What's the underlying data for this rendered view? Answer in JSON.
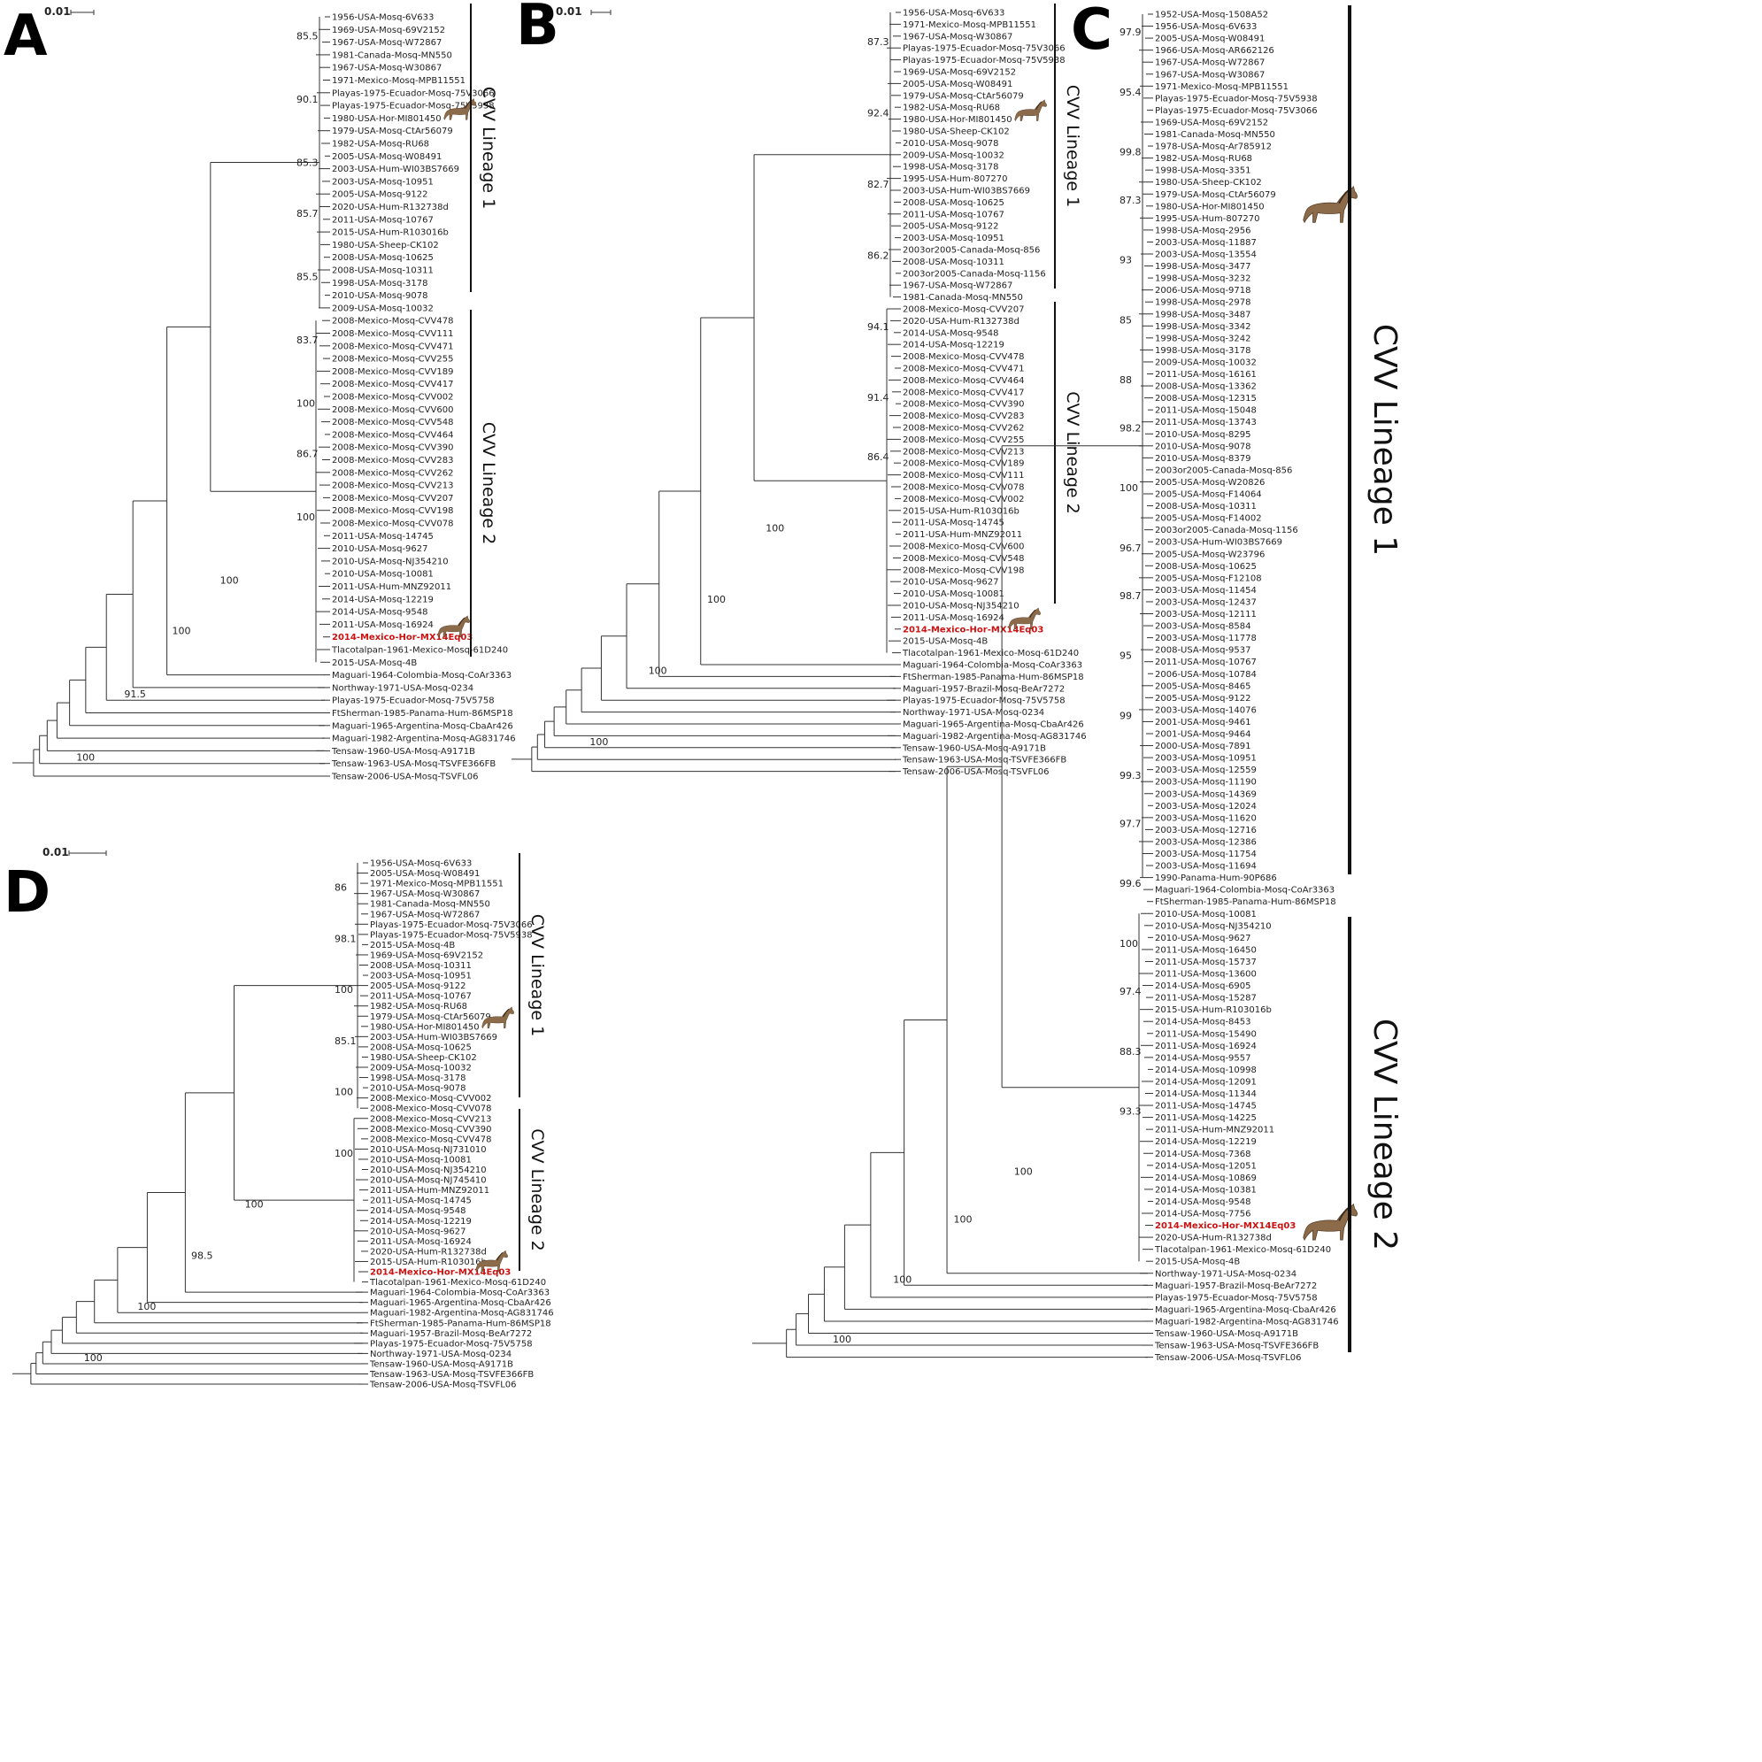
{
  "highlight_color": "#cc1111",
  "horse_icon": "horse-icon",
  "panels": [
    {
      "letter": "A",
      "scale": "0.01",
      "lineages": [
        "CVV Lineage 1",
        "CVV Lineage 2"
      ],
      "leaves": [
        "1956-USA-Mosq-6V633",
        "1969-USA-Mosq-69V2152",
        "1967-USA-Mosq-W72867",
        "1981-Canada-Mosq-MN550",
        "1967-USA-Mosq-W30867",
        "1971-Mexico-Mosq-MPB11551",
        "Playas-1975-Ecuador-Mosq-75V3066",
        "Playas-1975-Ecuador-Mosq-75V5938",
        "1980-USA-Hor-MI801450",
        "1979-USA-Mosq-CtAr56079",
        "1982-USA-Mosq-RU68",
        "2005-USA-Mosq-W08491",
        "2003-USA-Hum-WI03BS7669",
        "2003-USA-Mosq-10951",
        "2005-USA-Mosq-9122",
        "2020-USA-Hum-R132738d",
        "2011-USA-Mosq-10767",
        "2015-USA-Hum-R103016b",
        "1980-USA-Sheep-CK102",
        "2008-USA-Mosq-10625",
        "2008-USA-Mosq-10311",
        "1998-USA-Mosq-3178",
        "2010-USA-Mosq-9078",
        "2009-USA-Mosq-10032",
        "2008-Mexico-Mosq-CVV478",
        "2008-Mexico-Mosq-CVV111",
        "2008-Mexico-Mosq-CVV471",
        "2008-Mexico-Mosq-CVV255",
        "2008-Mexico-Mosq-CVV189",
        "2008-Mexico-Mosq-CVV417",
        "2008-Mexico-Mosq-CVV002",
        "2008-Mexico-Mosq-CVV600",
        "2008-Mexico-Mosq-CVV548",
        "2008-Mexico-Mosq-CVV464",
        "2008-Mexico-Mosq-CVV390",
        "2008-Mexico-Mosq-CVV283",
        "2008-Mexico-Mosq-CVV262",
        "2008-Mexico-Mosq-CVV213",
        "2008-Mexico-Mosq-CVV207",
        "2008-Mexico-Mosq-CVV198",
        "2008-Mexico-Mosq-CVV078",
        "2011-USA-Mosq-14745",
        "2010-USA-Mosq-9627",
        "2010-USA-Mosq-NJ354210",
        "2010-USA-Mosq-10081",
        "2011-USA-Hum-MNZ92011",
        "2014-USA-Mosq-12219",
        "2014-USA-Mosq-9548",
        "2011-USA-Mosq-16924",
        "2014-Mexico-Hor-MX14Eq03",
        "Tlacotalpan-1961-Mexico-Mosq-61D240",
        "2015-USA-Mosq-4B",
        "Maguari-1964-Colombia-Mosq-CoAr3363",
        "Northway-1971-USA-Mosq-0234",
        "Playas-1975-Ecuador-Mosq-75V5758",
        "FtSherman-1985-Panama-Hum-86MSP18",
        "Maguari-1965-Argentina-Mosq-CbaAr426",
        "Maguari-1982-Argentina-Mosq-AG831746",
        "Tensaw-1960-USA-Mosq-A9171B",
        "Tensaw-1963-USA-Mosq-TSVFE366FB",
        "Tensaw-2006-USA-Mosq-TSVFL06"
      ],
      "supports": [
        "85.5",
        "90.1",
        "85.3",
        "85.7",
        "85.5",
        "83.7",
        "100",
        "86.7",
        "100",
        "100",
        "100",
        "91.5",
        "100"
      ]
    },
    {
      "letter": "B",
      "scale": "0.01",
      "lineages": [
        "CVV Lineage 1",
        "CVV Lineage 2"
      ],
      "leaves": [
        "1956-USA-Mosq-6V633",
        "1971-Mexico-Mosq-MPB11551",
        "1967-USA-Mosq-W30867",
        "Playas-1975-Ecuador-Mosq-75V3066",
        "Playas-1975-Ecuador-Mosq-75V5938",
        "1969-USA-Mosq-69V2152",
        "2005-USA-Mosq-W08491",
        "1979-USA-Mosq-CtAr56079",
        "1982-USA-Mosq-RU68",
        "1980-USA-Hor-MI801450",
        "1980-USA-Sheep-CK102",
        "2010-USA-Mosq-9078",
        "2009-USA-Mosq-10032",
        "1998-USA-Mosq-3178",
        "1995-USA-Hum-807270",
        "2003-USA-Hum-WI03BS7669",
        "2008-USA-Mosq-10625",
        "2011-USA-Mosq-10767",
        "2005-USA-Mosq-9122",
        "2003-USA-Mosq-10951",
        "2003or2005-Canada-Mosq-856",
        "2008-USA-Mosq-10311",
        "2003or2005-Canada-Mosq-1156",
        "1967-USA-Mosq-W72867",
        "1981-Canada-Mosq-MN550",
        "2008-Mexico-Mosq-CVV207",
        "2020-USA-Hum-R132738d",
        "2014-USA-Mosq-9548",
        "2014-USA-Mosq-12219",
        "2008-Mexico-Mosq-CVV478",
        "2008-Mexico-Mosq-CVV471",
        "2008-Mexico-Mosq-CVV464",
        "2008-Mexico-Mosq-CVV417",
        "2008-Mexico-Mosq-CVV390",
        "2008-Mexico-Mosq-CVV283",
        "2008-Mexico-Mosq-CVV262",
        "2008-Mexico-Mosq-CVV255",
        "2008-Mexico-Mosq-CVV213",
        "2008-Mexico-Mosq-CVV189",
        "2008-Mexico-Mosq-CVV111",
        "2008-Mexico-Mosq-CVV078",
        "2008-Mexico-Mosq-CVV002",
        "2015-USA-Hum-R103016b",
        "2011-USA-Mosq-14745",
        "2011-USA-Hum-MNZ92011",
        "2008-Mexico-Mosq-CVV600",
        "2008-Mexico-Mosq-CVV548",
        "2008-Mexico-Mosq-CVV198",
        "2010-USA-Mosq-9627",
        "2010-USA-Mosq-10081",
        "2010-USA-Mosq-NJ354210",
        "2011-USA-Mosq-16924",
        "2014-Mexico-Hor-MX14Eq03",
        "2015-USA-Mosq-4B",
        "Tlacotalpan-1961-Mexico-Mosq-61D240",
        "Maguari-1964-Colombia-Mosq-CoAr3363",
        "FtSherman-1985-Panama-Hum-86MSP18",
        "Maguari-1957-Brazil-Mosq-BeAr7272",
        "Playas-1975-Ecuador-Mosq-75V5758",
        "Northway-1971-USA-Mosq-0234",
        "Maguari-1965-Argentina-Mosq-CbaAr426",
        "Maguari-1982-Argentina-Mosq-AG831746",
        "Tensaw-1960-USA-Mosq-A9171B",
        "Tensaw-1963-USA-Mosq-TSVFE366FB",
        "Tensaw-2006-USA-Mosq-TSVFL06"
      ],
      "supports": [
        "87.3",
        "92.4",
        "82.7",
        "86.2",
        "94.1",
        "91.4",
        "86.4",
        "100",
        "100",
        "100",
        "100"
      ]
    },
    {
      "letter": "C",
      "scale": "",
      "lineages": [
        "CVV Lineage 1",
        "CVV Lineage 2"
      ],
      "leaves": [
        "1952-USA-Mosq-1508A52",
        "1956-USA-Mosq-6V633",
        "2005-USA-Mosq-W08491",
        "1966-USA-Mosq-AR662126",
        "1967-USA-Mosq-W72867",
        "1967-USA-Mosq-W30867",
        "1971-Mexico-Mosq-MPB11551",
        "Playas-1975-Ecuador-Mosq-75V5938",
        "Playas-1975-Ecuador-Mosq-75V3066",
        "1969-USA-Mosq-69V2152",
        "1981-Canada-Mosq-MN550",
        "1978-USA-Mosq-Ar785912",
        "1982-USA-Mosq-RU68",
        "1998-USA-Mosq-3351",
        "1980-USA-Sheep-CK102",
        "1979-USA-Mosq-CtAr56079",
        "1980-USA-Hor-MI801450",
        "1995-USA-Hum-807270",
        "1998-USA-Mosq-2956",
        "2003-USA-Mosq-11887",
        "2003-USA-Mosq-13554",
        "1998-USA-Mosq-3477",
        "1998-USA-Mosq-3232",
        "2006-USA-Mosq-9718",
        "1998-USA-Mosq-2978",
        "1998-USA-Mosq-3487",
        "1998-USA-Mosq-3342",
        "1998-USA-Mosq-3242",
        "1998-USA-Mosq-3178",
        "2009-USA-Mosq-10032",
        "2011-USA-Mosq-16161",
        "2008-USA-Mosq-13362",
        "2008-USA-Mosq-12315",
        "2011-USA-Mosq-15048",
        "2011-USA-Mosq-13743",
        "2010-USA-Mosq-8295",
        "2010-USA-Mosq-9078",
        "2010-USA-Mosq-8379",
        "2003or2005-Canada-Mosq-856",
        "2005-USA-Mosq-W20826",
        "2005-USA-Mosq-F14064",
        "2008-USA-Mosq-10311",
        "2005-USA-Mosq-F14002",
        "2003or2005-Canada-Mosq-1156",
        "2003-USA-Hum-WI03BS7669",
        "2005-USA-Mosq-W23796",
        "2008-USA-Mosq-10625",
        "2005-USA-Mosq-F12108",
        "2003-USA-Mosq-11454",
        "2003-USA-Mosq-12437",
        "2003-USA-Mosq-12111",
        "2003-USA-Mosq-8584",
        "2003-USA-Mosq-11778",
        "2008-USA-Mosq-9537",
        "2011-USA-Mosq-10767",
        "2006-USA-Mosq-10784",
        "2005-USA-Mosq-8465",
        "2005-USA-Mosq-9122",
        "2003-USA-Mosq-14076",
        "2001-USA-Mosq-9461",
        "2001-USA-Mosq-9464",
        "2000-USA-Mosq-7891",
        "2003-USA-Mosq-10951",
        "2003-USA-Mosq-12559",
        "2003-USA-Mosq-11190",
        "2003-USA-Mosq-14369",
        "2003-USA-Mosq-12024",
        "2003-USA-Mosq-11620",
        "2003-USA-Mosq-12716",
        "2003-USA-Mosq-12386",
        "2003-USA-Mosq-11754",
        "2003-USA-Mosq-11694",
        "1990-Panama-Hum-90P686",
        "Maguari-1964-Colombia-Mosq-CoAr3363",
        "FtSherman-1985-Panama-Hum-86MSP18",
        "2010-USA-Mosq-10081",
        "2010-USA-Mosq-NJ354210",
        "2010-USA-Mosq-9627",
        "2011-USA-Mosq-16450",
        "2011-USA-Mosq-15737",
        "2011-USA-Mosq-13600",
        "2014-USA-Mosq-6905",
        "2011-USA-Mosq-15287",
        "2015-USA-Hum-R103016b",
        "2014-USA-Mosq-8453",
        "2011-USA-Mosq-15490",
        "2011-USA-Mosq-16924",
        "2014-USA-Mosq-9557",
        "2014-USA-Mosq-10998",
        "2014-USA-Mosq-12091",
        "2014-USA-Mosq-11344",
        "2011-USA-Mosq-14745",
        "2011-USA-Mosq-14225",
        "2011-USA-Hum-MNZ92011",
        "2014-USA-Mosq-12219",
        "2014-USA-Mosq-7368",
        "2014-USA-Mosq-12051",
        "2014-USA-Mosq-10869",
        "2014-USA-Mosq-10381",
        "2014-USA-Mosq-9548",
        "2014-USA-Mosq-7756",
        "2014-Mexico-Hor-MX14Eq03",
        "2020-USA-Hum-R132738d",
        "Tlacotalpan-1961-Mexico-Mosq-61D240",
        "2015-USA-Mosq-4B",
        "Northway-1971-USA-Mosq-0234",
        "Maguari-1957-Brazil-Mosq-BeAr7272",
        "Playas-1975-Ecuador-Mosq-75V5758",
        "Maguari-1965-Argentina-Mosq-CbaAr426",
        "Maguari-1982-Argentina-Mosq-AG831746",
        "Tensaw-1960-USA-Mosq-A9171B",
        "Tensaw-1963-USA-Mosq-TSVFE366FB",
        "Tensaw-2006-USA-Mosq-TSVFL06"
      ],
      "supports": [
        "97.9",
        "95.4",
        "99.8",
        "87.3",
        "93",
        "85",
        "88",
        "98.2",
        "100",
        "96.7",
        "98.7",
        "95",
        "99",
        "99.3",
        "97.7",
        "99.6",
        "100",
        "97.4",
        "88.3",
        "93.3",
        "100",
        "100",
        "100",
        "100"
      ]
    },
    {
      "letter": "D",
      "scale": "0.01",
      "lineages": [
        "CVV Lineage 1",
        "CVV Lineage 2"
      ],
      "leaves": [
        "1956-USA-Mosq-6V633",
        "2005-USA-Mosq-W08491",
        "1971-Mexico-Mosq-MPB11551",
        "1967-USA-Mosq-W30867",
        "1981-Canada-Mosq-MN550",
        "1967-USA-Mosq-W72867",
        "Playas-1975-Ecuador-Mosq-75V3066",
        "Playas-1975-Ecuador-Mosq-75V5938",
        "2015-USA-Mosq-4B",
        "1969-USA-Mosq-69V2152",
        "2008-USA-Mosq-10311",
        "2003-USA-Mosq-10951",
        "2005-USA-Mosq-9122",
        "2011-USA-Mosq-10767",
        "1982-USA-Mosq-RU68",
        "1979-USA-Mosq-CtAr56079",
        "1980-USA-Hor-MI801450",
        "2003-USA-Hum-WI03BS7669",
        "2008-USA-Mosq-10625",
        "1980-USA-Sheep-CK102",
        "2009-USA-Mosq-10032",
        "1998-USA-Mosq-3178",
        "2010-USA-Mosq-9078",
        "2008-Mexico-Mosq-CVV002",
        "2008-Mexico-Mosq-CVV078",
        "2008-Mexico-Mosq-CVV213",
        "2008-Mexico-Mosq-CVV390",
        "2008-Mexico-Mosq-CVV478",
        "2010-USA-Mosq-NJ731010",
        "2010-USA-Mosq-10081",
        "2010-USA-Mosq-NJ354210",
        "2010-USA-Mosq-NJ745410",
        "2011-USA-Hum-MNZ92011",
        "2011-USA-Mosq-14745",
        "2014-USA-Mosq-9548",
        "2014-USA-Mosq-12219",
        "2010-USA-Mosq-9627",
        "2011-USA-Mosq-16924",
        "2020-USA-Hum-R132738d",
        "2015-USA-Hum-R103016b",
        "2014-Mexico-Hor-MX14Eq03",
        "Tlacotalpan-1961-Mexico-Mosq-61D240",
        "Maguari-1964-Colombia-Mosq-CoAr3363",
        "Maguari-1965-Argentina-Mosq-CbaAr426",
        "Maguari-1982-Argentina-Mosq-AG831746",
        "FtSherman-1985-Panama-Hum-86MSP18",
        "Maguari-1957-Brazil-Mosq-BeAr7272",
        "Playas-1975-Ecuador-Mosq-75V5758",
        "Northway-1971-USA-Mosq-0234",
        "Tensaw-1960-USA-Mosq-A9171B",
        "Tensaw-1963-USA-Mosq-TSVFE366FB",
        "Tensaw-2006-USA-Mosq-TSVFL06"
      ],
      "supports": [
        "86",
        "98.1",
        "100",
        "85.1",
        "100",
        "100",
        "100",
        "98.5",
        "100",
        "100"
      ]
    }
  ]
}
